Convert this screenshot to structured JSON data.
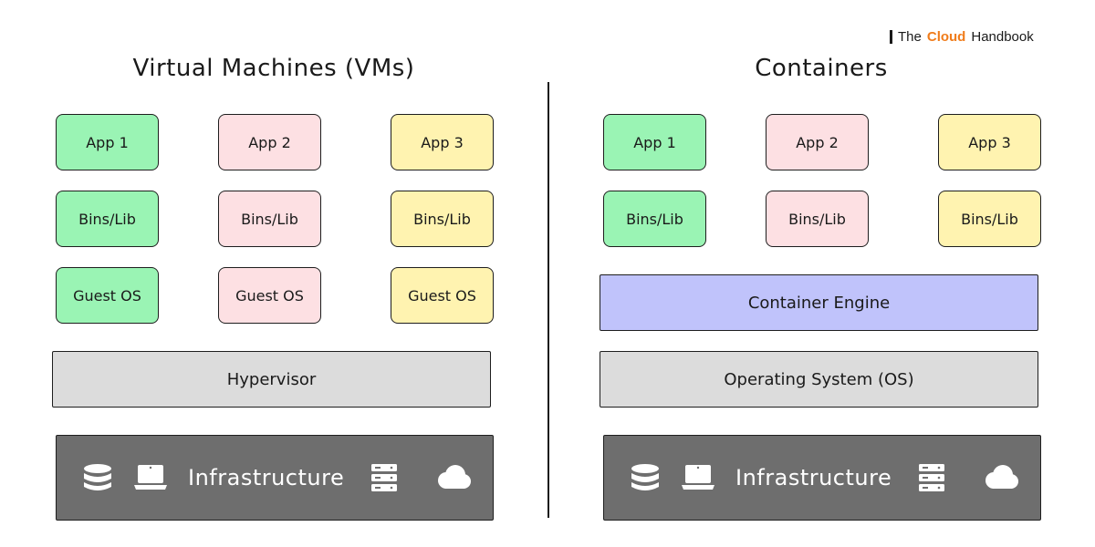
{
  "brand": {
    "prefix": "The",
    "accent": "Cloud",
    "suffix": "Handbook",
    "accent_color": "#f07c1b"
  },
  "vm": {
    "title": "Virtual Machines (VMs)",
    "apps": [
      "App 1",
      "App 2",
      "App 3"
    ],
    "bins": [
      "Bins/Lib",
      "Bins/Lib",
      "Bins/Lib"
    ],
    "guests": [
      "Guest OS",
      "Guest OS",
      "Guest OS"
    ],
    "hypervisor": "Hypervisor",
    "infrastructure": "Infrastructure"
  },
  "containers": {
    "title": "Containers",
    "apps": [
      "App 1",
      "App 2",
      "App 3"
    ],
    "bins": [
      "Bins/Lib",
      "Bins/Lib",
      "Bins/Lib"
    ],
    "engine": "Container Engine",
    "os": "Operating System (OS)",
    "infrastructure": "Infrastructure"
  },
  "colors": {
    "app1": "#9af4b4",
    "app2": "#fde0e3",
    "app3": "#fff3b0",
    "hypervisor": "#dcdcdc",
    "engine": "#c0c3fb",
    "infrastructure": "#6e6e6e"
  },
  "icons": [
    "database-icon",
    "laptop-icon",
    "server-icon",
    "cloud-icon"
  ]
}
